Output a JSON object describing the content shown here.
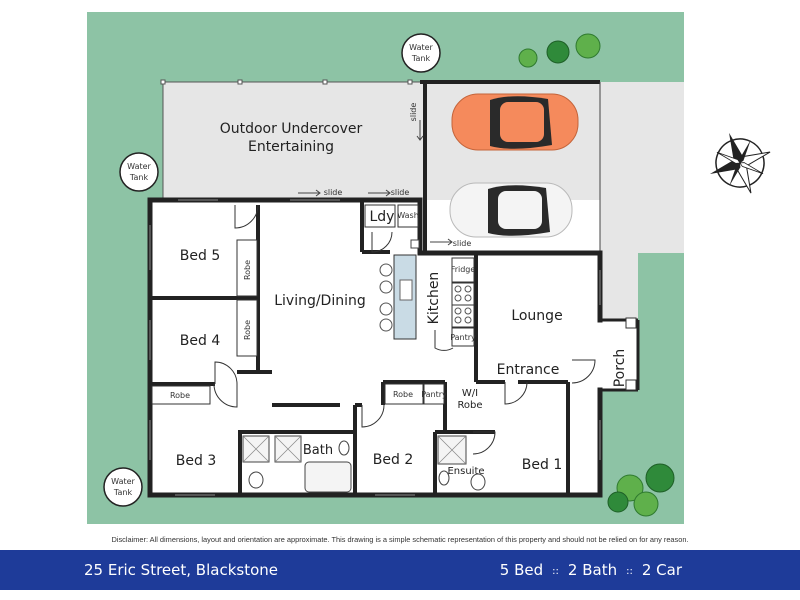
{
  "rooms": {
    "outdoor_line1": "Outdoor Undercover",
    "outdoor_line2": "Entertaining",
    "bed5": "Bed 5",
    "bed4": "Bed 4",
    "bed3": "Bed 3",
    "bed2": "Bed 2",
    "bed1": "Bed 1",
    "living_dining": "Living/Dining",
    "kitchen": "Kitchen",
    "lounge": "Lounge",
    "entrance": "Entrance",
    "porch": "Porch",
    "bath": "Bath",
    "ensuite": "Ensuite",
    "laundry": "Ldy",
    "wir_line1": "W/I",
    "wir_line2": "Robe"
  },
  "fixtures": {
    "robe": "Robe",
    "wash": "Wash",
    "fridge": "Fridge",
    "pantry": "Pantry",
    "slide": "slide"
  },
  "water_tank": {
    "line1": "Water",
    "line2": "Tank"
  },
  "disclaimer": "Disclaimer: All dimensions, layout and orientation are approximate. This drawing is a simple schematic representation of this property and should not be relied on for any reason.",
  "footer": {
    "address": "25 Eric Street, Blackstone",
    "beds": "5 Bed",
    "baths": "2 Bath",
    "cars": "2 Car",
    "separator": "::"
  },
  "colors": {
    "lawn": "#8dc3a5",
    "paving": "#e6e6e6",
    "car1": "#f58a5c",
    "car2": "#f4f4f4",
    "footer": "#1e3b99"
  }
}
